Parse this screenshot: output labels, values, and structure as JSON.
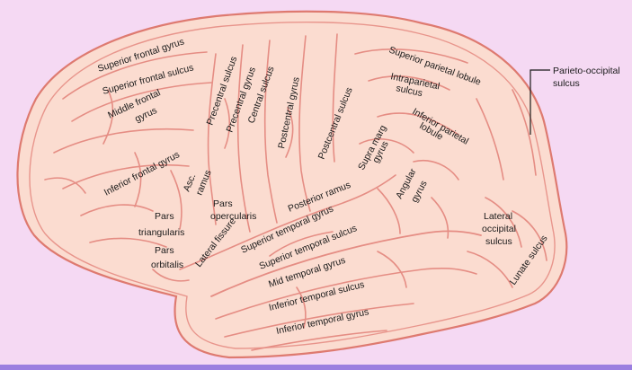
{
  "colors": {
    "background": "#f5d9f3",
    "brain_fill": "#fbdcd0",
    "brain_outline": "#de7a70",
    "gyri": "#e58d84",
    "bottom_bar": "#9b7fe0"
  },
  "labels": {
    "superior_frontal_gyrus": "Superior frontal gyrus",
    "superior_frontal_sulcus": "Superior frontal sulcus",
    "middle_frontal_1": "Middle frontal",
    "middle_frontal_2": "gyrus",
    "precentral_sulcus": "Precentral sulcus",
    "precentral_gyrus": "Precentral gyrus",
    "central_sulcus": "Central sulcus",
    "postcentral_gyrus": "Postcentral gyrus",
    "postcentral_sulcus": "Postcentral sulcus",
    "superior_parietal_lobule": "Superior parietal lobule",
    "intraparietal_1": "Intraparietal",
    "intraparietal_2": "sulcus",
    "inferior_parietal_1": "Inferior parietal",
    "inferior_parietal_2": "lobule",
    "parieto_occipital_1": "Parieto-occipital",
    "parieto_occipital_2": "sulcus",
    "supra_marg_1": "Supra marg",
    "supra_marg_2": "gyrus",
    "angular_1": "Angular",
    "angular_2": "gyrus",
    "inferior_frontal_gyrus": "Inferior frontal gyrus",
    "asc_1": "Asc.",
    "asc_2": "ramus",
    "pars_opercularis_1": "Pars",
    "pars_opercularis_2": "opercularis",
    "pars_triangularis_1": "Pars",
    "pars_triangularis_2": "triangularis",
    "pars_orbitalis_1": "Pars",
    "pars_orbitalis_2": "orbitalis",
    "posterior_ramus": "Posterior ramus",
    "lateral_fissure": "Lateral fissure",
    "superior_temporal_gyrus": "Superior temporal gyrus",
    "superior_temporal_sulcus": "Superior temporal sulcus",
    "mid_temporal_gyrus": "Mid temporal gyrus",
    "inferior_temporal_sulcus": "Inferior temporal sulcus",
    "inferior_temporal_gyrus": "Inferior temporal gyrus",
    "lateral_occipital_1": "Lateral",
    "lateral_occipital_2": "occipital",
    "lateral_occipital_3": "sulcus",
    "lunate_sulcus": "Lunate sulcus"
  }
}
